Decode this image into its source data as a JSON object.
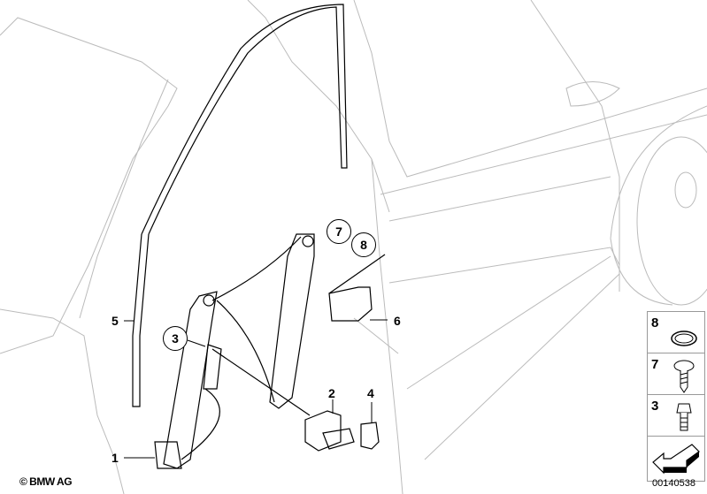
{
  "callouts": {
    "c1": "1",
    "c2": "2",
    "c3": "3",
    "c4": "4",
    "c5": "5",
    "c6": "6",
    "c7": "7",
    "c8": "8"
  },
  "legend": [
    {
      "number": "8",
      "icon": "o-ring-icon"
    },
    {
      "number": "7",
      "icon": "screw-icon"
    },
    {
      "number": "3",
      "icon": "bolt-icon"
    },
    {
      "number": "",
      "icon": "arrow-icon"
    }
  ],
  "footer": {
    "copyright": "© BMW AG",
    "diagram_code": "00140538"
  }
}
